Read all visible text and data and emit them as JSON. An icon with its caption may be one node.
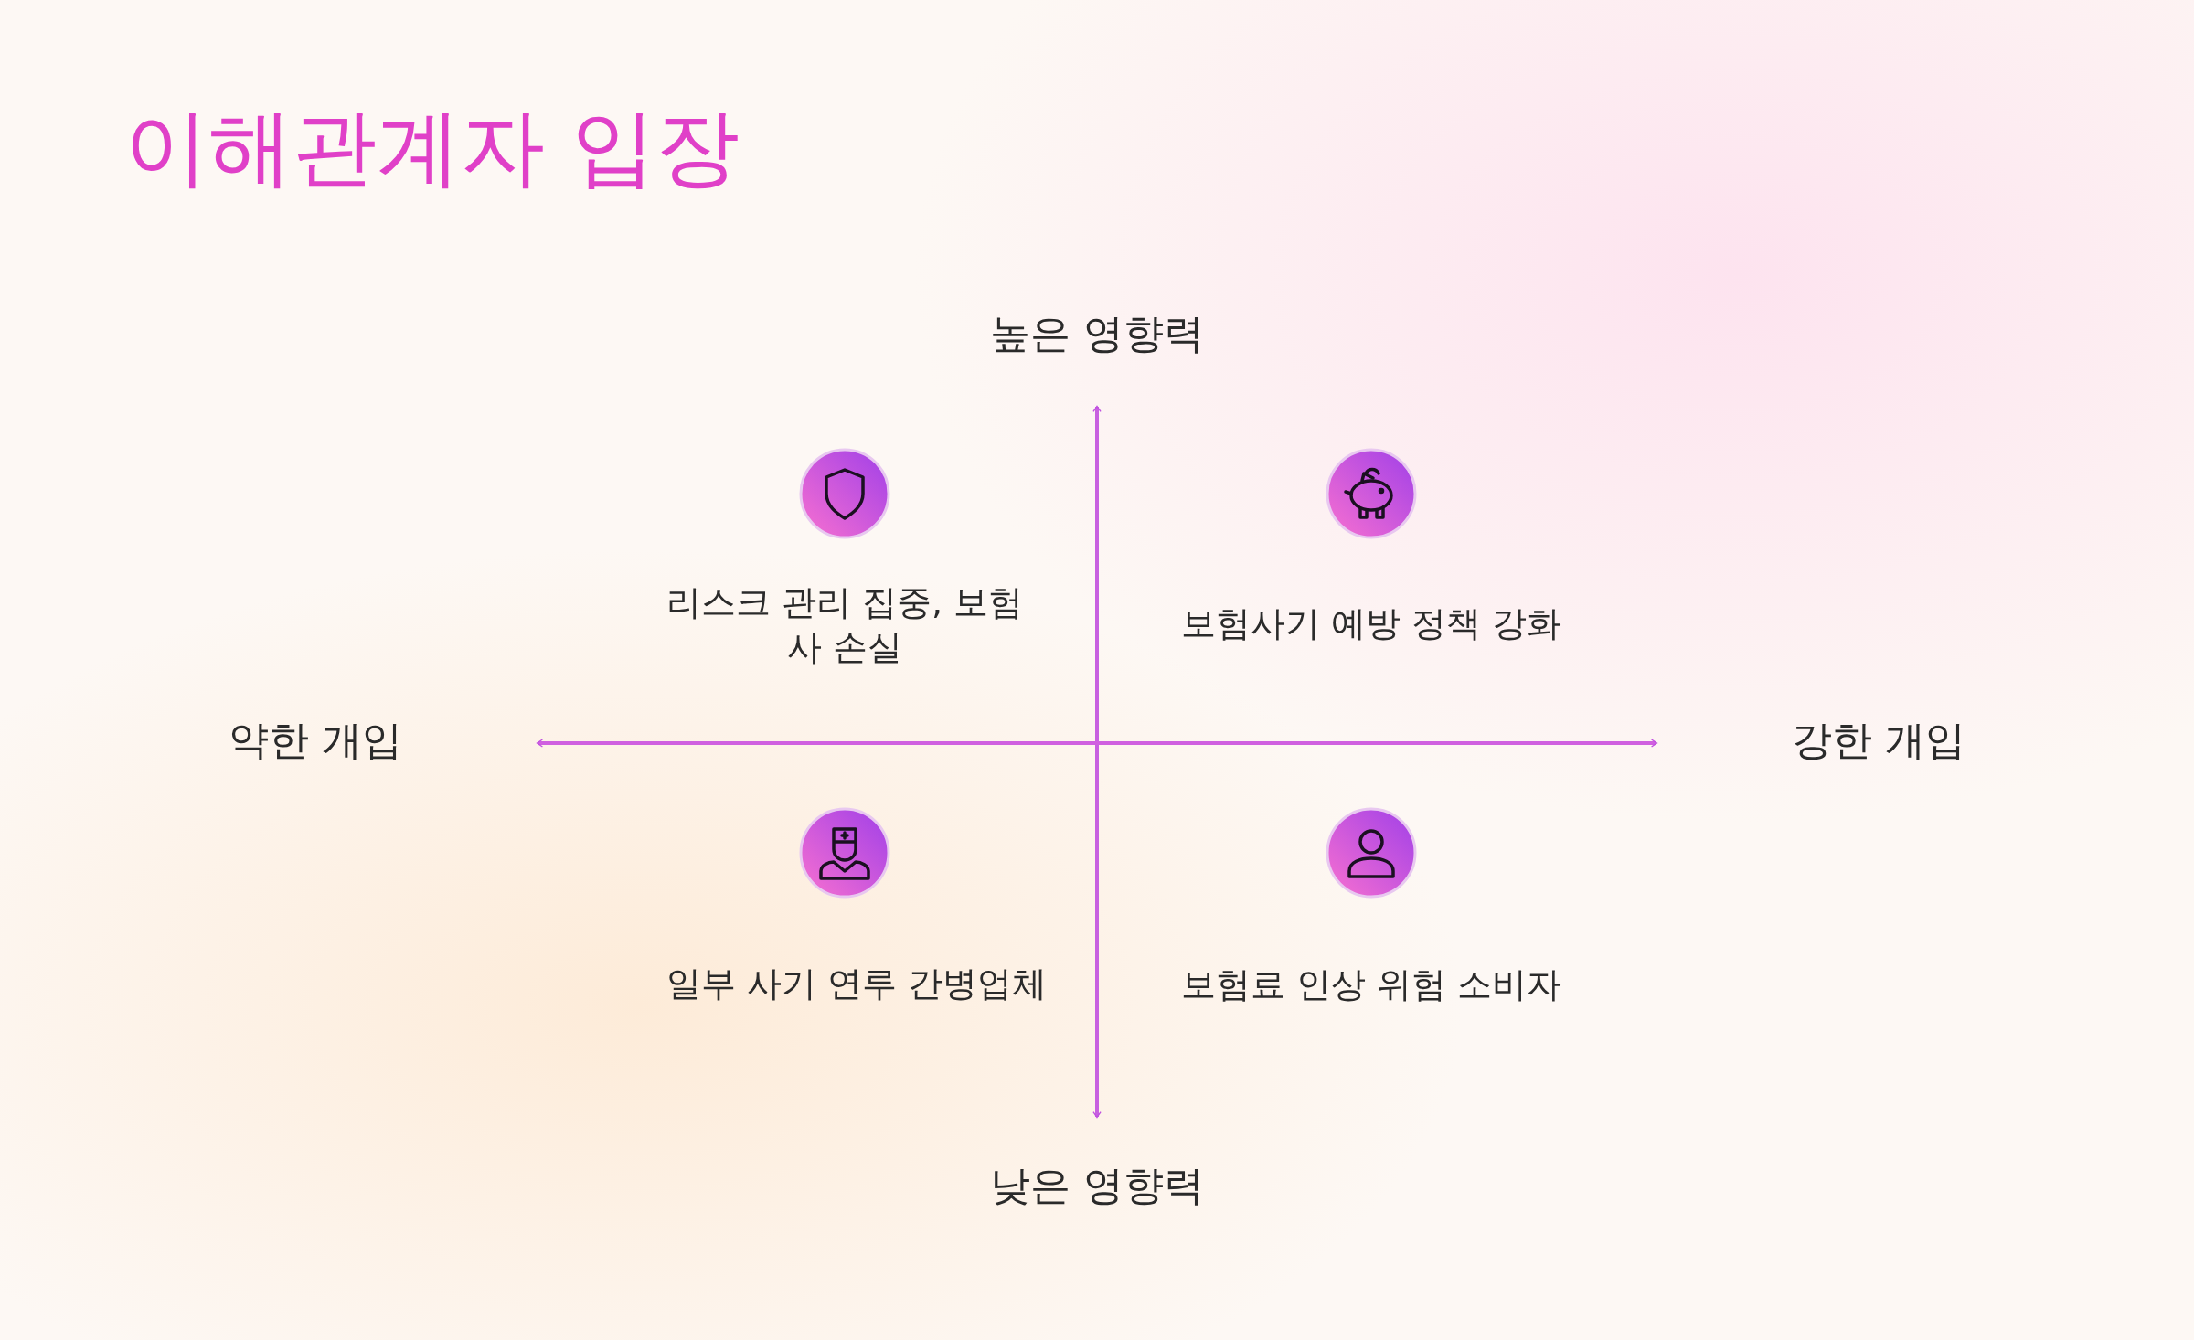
{
  "diagram": {
    "title": "이해관계자 입장",
    "labels": [
      "높은 영향력",
      "리스크 관리 집중, 보험사 손실",
      "보험사기 예방 정책 강화",
      "약한 개입",
      "강한 개입",
      "일부 사기 연루 간병업체",
      "보험료 인상 위험 소비자",
      "낮은 영향력"
    ]
  }
}
